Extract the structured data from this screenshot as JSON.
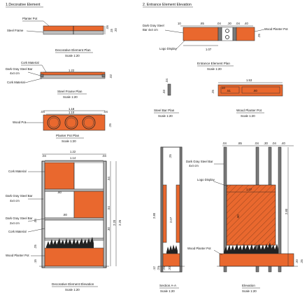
{
  "headings": {
    "decorative": "1.Decorative Element",
    "entrance": "2. Entrance Element Elevation"
  },
  "scale": "Scale 1:20",
  "titles": {
    "plan": "Decorative Element Plan",
    "steel_frame_plan": "Steel Frame Plan",
    "planter_pot_plan": "Planter Pot Plan",
    "decorative_elevation": "Decorative Element  Elevation",
    "entrance_plan": "Entrance Element Plan",
    "steel_bar_plan": "Steel Bar  Plan",
    "wood_planter_pot": "Wood Planter Pot",
    "section": "Section A-A",
    "elevation": "Elevation"
  },
  "labels": {
    "planter_pot": "Planter Pot",
    "steel_frame": "Steel Frame",
    "cork_material": "Cork Material",
    "dark_grey_steel_bar": "Dark Gray Steel Bar",
    "size_4x4": "4x4 cm",
    "wood_pot": "Wood Pot",
    "dark_grey_steel_bar_2": "Dark Gray Steel Bar",
    "size_2x4": "2x4 cm",
    "wood_planter_pot": "Wood Planter Pot",
    "entrance_steel": "Dark Gray Steel",
    "entrance_bar": "Bar 4x4 cm",
    "logo_display": "Logo Display",
    "entrance_wood_planter": "Wood Planter Pot"
  },
  "dims": {
    "d04": ".04",
    "d05": ".05",
    "d15": ".15",
    "d20": ".20",
    "d25": ".25",
    "d02": ".02",
    "d10": ".10",
    "d1_22": "1.22",
    "d1_18": "1.18",
    "d1_10": "1.10",
    "d1_14": "1.14",
    "d80": ".80",
    "d54": ".54",
    "d30": ".30",
    "d2_20": "2.20",
    "d2_25": "2.25",
    "d10b": "10",
    "d85": ".85",
    "d40": ".40",
    "d1_07": "1.07",
    "d33": ".33",
    "d1_53": "1.53",
    "d51": ".51",
    "d2_80": "2.80",
    "d2_07": "2.07",
    "d90": ".90",
    "d12": ".12",
    "d24": ".24"
  }
}
